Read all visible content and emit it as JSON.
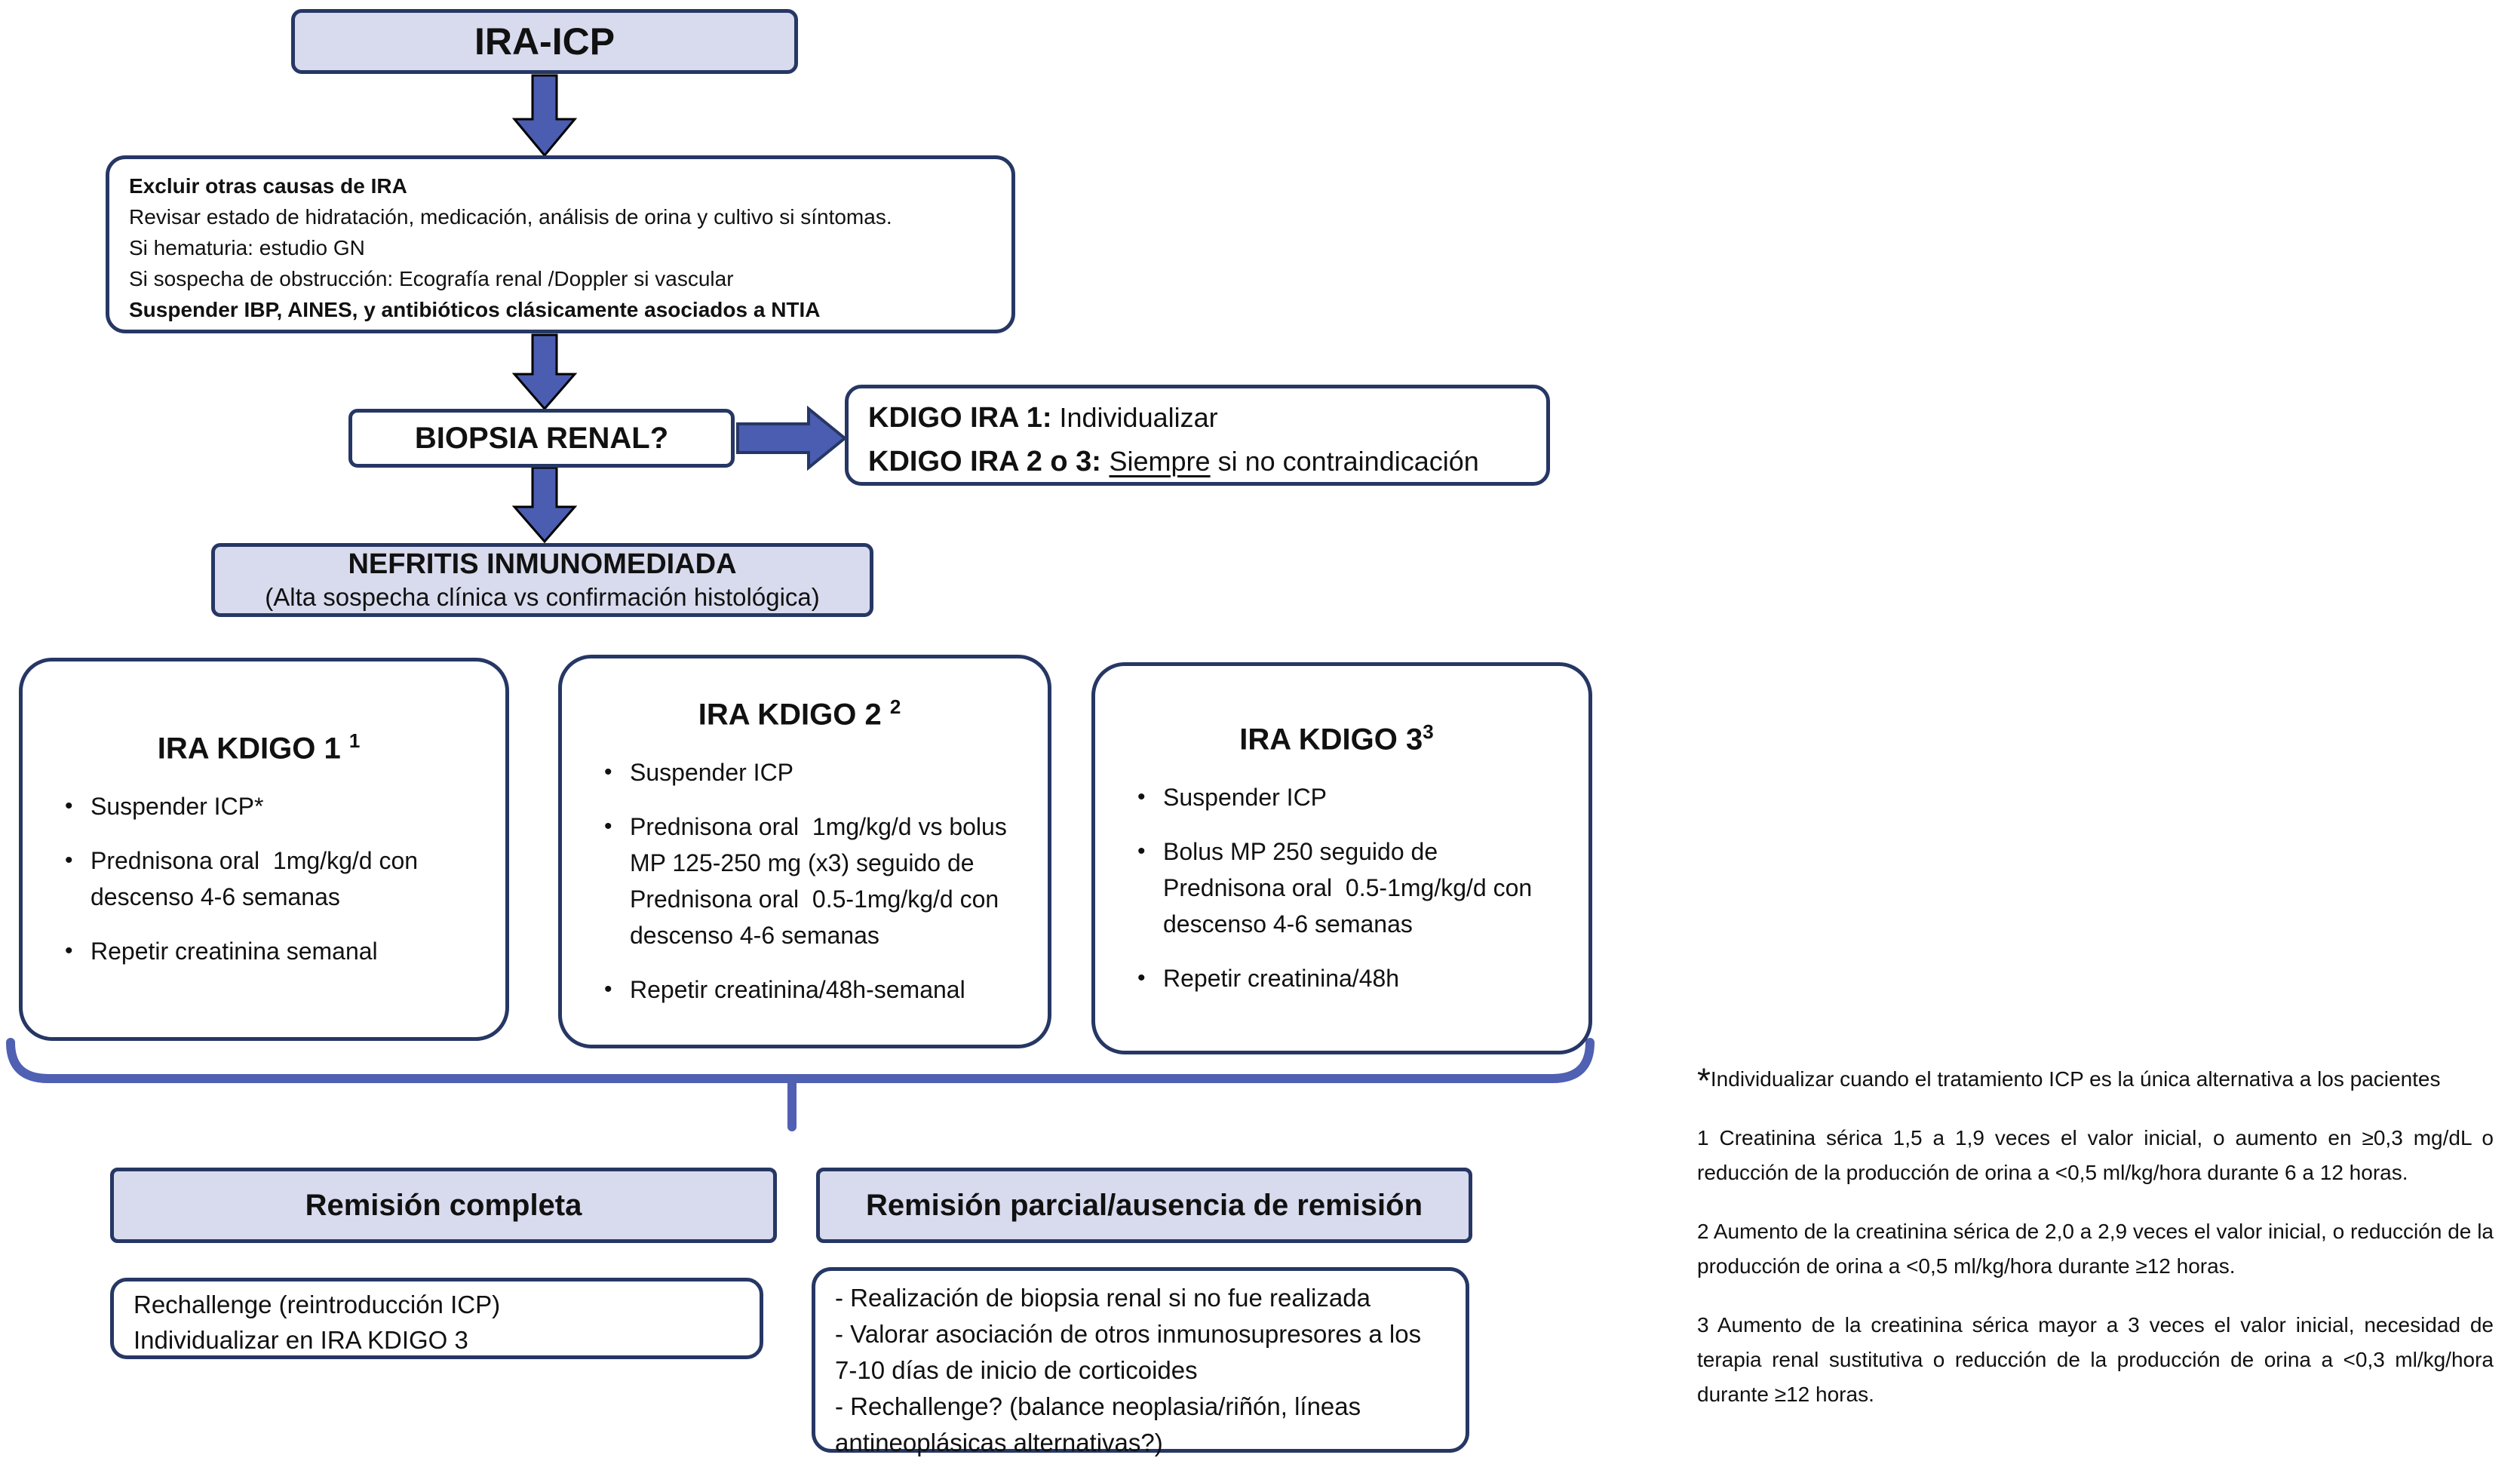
{
  "diagram": {
    "title": "IRA-ICP",
    "exclusion_box": {
      "heading": "Excluir otras causas de IRA",
      "lines": [
        "Revisar estado de hidratación, medicación, análisis de orina y cultivo si síntomas.",
        "Si hematuria: estudio GN",
        "Si sospecha de obstrucción: Ecografía renal /Doppler si vascular"
      ],
      "bold_footer": "Suspender IBP, AINES, y antibióticos clásicamente asociados a NTIA"
    },
    "biopsy_box": {
      "label": "BIOPSIA RENAL?"
    },
    "biopsy_indication_box": {
      "line1_bold": "KDIGO IRA 1:",
      "line1_rest": " Individualizar",
      "line2_bold": "KDIGO IRA 2 o 3: ",
      "line2_underline": "Siempre",
      "line2_rest": " si no contraindicación"
    },
    "nephritis_box": {
      "title": "NEFRITIS INMUNOMEDIADA",
      "subtitle": "(Alta sospecha clínica vs confirmación histológica)"
    },
    "kdigo_boxes": [
      {
        "title": "IRA KDIGO 1 ",
        "superscript": "1",
        "bullets": [
          "Suspender ICP*",
          "Prednisona oral  1mg/kg/d con descenso 4-6 semanas",
          "Repetir creatinina semanal"
        ]
      },
      {
        "title": "IRA KDIGO 2 ",
        "superscript": "2",
        "bullets": [
          "Suspender ICP",
          "Prednisona oral  1mg/kg/d vs bolus MP 125-250 mg (x3) seguido de Prednisona oral  0.5-1mg/kg/d con descenso 4-6 semanas",
          "Repetir creatinina/48h-semanal"
        ]
      },
      {
        "title": "IRA KDIGO 3",
        "superscript": "3",
        "bullets": [
          "Suspender ICP",
          "Bolus MP 250 seguido de Prednisona oral  0.5-1mg/kg/d con descenso 4-6 semanas",
          "Repetir creatinina/48h"
        ]
      }
    ],
    "outcome_boxes": {
      "complete": "Remisión completa",
      "partial": "Remisión parcial/ausencia de remisión"
    },
    "complete_actions": [
      "Rechallenge (reintroducción ICP)",
      "Individualizar en IRA KDIGO 3"
    ],
    "partial_actions": [
      "- Realización de biopsia renal si no fue realizada",
      "- Valorar asociación de otros inmunosupresores a los 7-10 días de inicio de corticoides",
      "- Rechallenge? (balance neoplasia/riñón, líneas antineoplásicas alternativas?)"
    ],
    "footnotes": {
      "asterisk_symbol": "*",
      "asterisk_text": "Individualizar cuando el tratamiento ICP es la única alternativa a los pacientes",
      "notes": [
        "1 Creatinina sérica 1,5 a 1,9 veces el valor inicial, o aumento en ≥0,3 mg/dL o reducción de la producción de orina a <0,5 ml/kg/hora durante 6 a 12 horas.",
        "2 Aumento de la creatinina sérica de 2,0 a 2,9 veces el valor inicial, o reducción de la producción de orina a <0,5 ml/kg/hora durante ≥12 horas.",
        "3 Aumento de la creatinina sérica mayor a 3 veces el valor inicial, necesidad de terapia renal sustitutiva o reducción de la producción de orina a <0,3 ml/kg/hora durante ≥12 horas."
      ]
    },
    "colors": {
      "border_navy": "#263764",
      "fill_lavender": "#d8dbed",
      "arrow_blue": "#4a5db1",
      "brace_blue": "#5060b2"
    }
  }
}
